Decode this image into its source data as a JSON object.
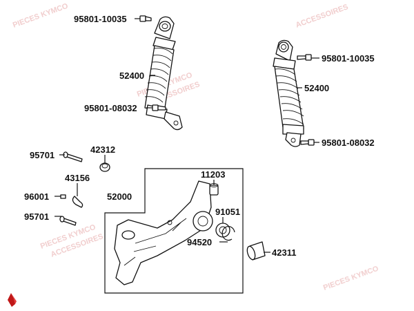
{
  "watermark": {
    "line1": "PIECES KYMCO",
    "line2": "ACCESSOIRES"
  },
  "labels": {
    "bolt_top_left": "95801-10035",
    "shock_left": "52400",
    "bolt_mid_left": "95801-08032",
    "bolt_top_right": "95801-10035",
    "shock_right": "52400",
    "bolt_bottom_right": "95801-08032",
    "pin_95701_a": "95701",
    "bush_42312": "42312",
    "clip_43156": "43156",
    "clip_96001": "96001",
    "pin_95701_b": "95701",
    "bracket_52000": "52000",
    "collar_11203": "11203",
    "bearing_91051": "91051",
    "circlip_94520": "94520",
    "bush_42311": "42311"
  },
  "colors": {
    "ink": "#111111",
    "arrow_dark": "#c01818",
    "arrow_light": "#e63a3a",
    "background": "#ffffff"
  },
  "icons": {
    "brand_arrow": "red-arrow-logo-icon"
  }
}
